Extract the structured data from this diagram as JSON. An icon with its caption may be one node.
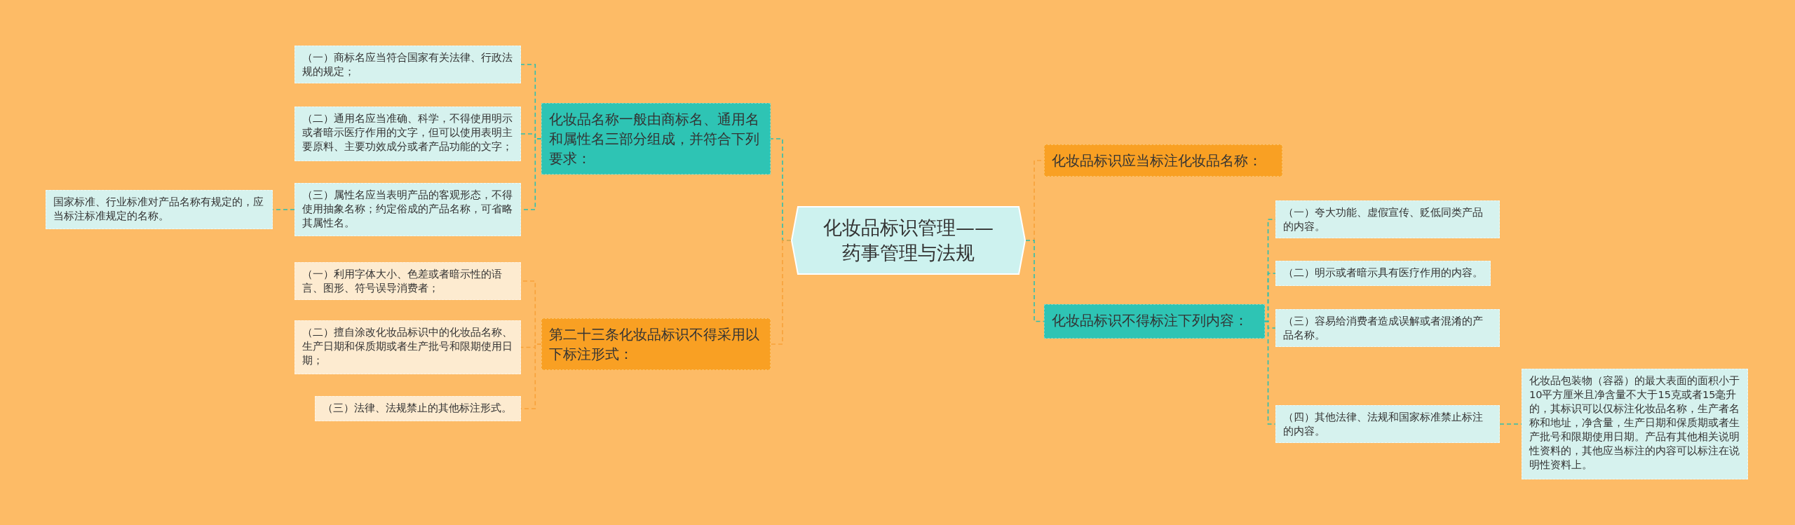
{
  "diagram": {
    "nodes": [
      {
        "text": [
          "化妆品标识管理——药事管理与法规"
        ]
      },
      {
        "text": [
          "化妆品名称一般由商标名、通用名和属性名三部分组成，并符合下列要求："
        ]
      },
      {
        "text": [
          "（一）商标名应当符合国家有关法律、行政法规的规定；"
        ]
      },
      {
        "text": [
          "（二）通用名应当准确、科学，不得使用明示或者暗示医疗作用的文字，但可以使用表明主要原料、主要功效成分或者产品功能的文字；"
        ]
      },
      {
        "text": [
          "（三）属性名应当表明产品的客观形态，不得使用抽象名称；约定俗成的产品名称，可省略其属性名。"
        ]
      },
      {
        "text": [
          "国家标准、行业标准对产品名称有规定的，应当标注标准规定的名称。"
        ]
      },
      {
        "text": [
          "第二十三条化妆品标识不得采用以下标注形式："
        ]
      },
      {
        "text": [
          "（一）利用字体大小、色差或者暗示性的语言、图形、符号误导消费者；"
        ]
      },
      {
        "text": [
          "（二）擅自涂改化妆品标识中的化妆品名称、生产日期和保质期或者生产批号和限期使用日期；"
        ]
      },
      {
        "text": [
          "（三）法律、法规禁止的其他标注形式。"
        ]
      },
      {
        "text": [
          "化妆品标识应当标注化妆品名称："
        ]
      },
      {
        "text": [
          "化妆品标识不得标注下列内容："
        ]
      },
      {
        "text": [
          "（一）夸大功能、虚假宣传、贬低同类产品的内容。"
        ]
      },
      {
        "text": [
          "（二）明示或者暗示具有医疗作用的内容。"
        ]
      },
      {
        "text": [
          "（三）容易给消费者造成误解或者混淆的产品名称。"
        ]
      },
      {
        "text": [
          "（四）其他法律、法规和国家标准禁止标注的内容。"
        ]
      },
      {
        "text": [
          "化妆品包装物（容器）的最大表面的面积小于10平方厘米且净含量不大于15克或者15毫升的，其标识可以仅标注化妆品名称，生产者名称和地址，净含量，生产日期和保质期或者生产批号和限期使用日期。产品有其他相关说明性资料的，其他应当标注的内容可以标注在说明性资料上。"
        ]
      }
    ],
    "edges": [
      {
        "from": 0,
        "to": 1,
        "arrow": "none",
        "style": "dashed"
      },
      {
        "from": 1,
        "to": 2,
        "arrow": "none",
        "style": "dashed"
      },
      {
        "from": 1,
        "to": 3,
        "arrow": "none",
        "style": "dashed"
      },
      {
        "from": 1,
        "to": 4,
        "arrow": "none",
        "style": "dashed"
      },
      {
        "from": 4,
        "to": 5,
        "arrow": "none",
        "style": "dashed"
      },
      {
        "from": 0,
        "to": 6,
        "arrow": "none",
        "style": "dashed",
        "color": "#f7a23a"
      },
      {
        "from": 6,
        "to": 7,
        "arrow": "none",
        "style": "dashed",
        "color": "#f7a23a"
      },
      {
        "from": 6,
        "to": 8,
        "arrow": "none",
        "style": "dashed",
        "color": "#f7a23a"
      },
      {
        "from": 6,
        "to": 9,
        "arrow": "none",
        "style": "dashed",
        "color": "#f7a23a"
      },
      {
        "from": 0,
        "to": 10,
        "arrow": "none",
        "style": "dashed",
        "color": "#f7a23a"
      },
      {
        "from": 0,
        "to": 11,
        "arrow": "none",
        "style": "dashed"
      },
      {
        "from": 11,
        "to": 12,
        "arrow": "none",
        "style": "dashed"
      },
      {
        "from": 11,
        "to": 13,
        "arrow": "none",
        "style": "dashed"
      },
      {
        "from": 11,
        "to": 14,
        "arrow": "none",
        "style": "dashed"
      },
      {
        "from": 11,
        "to": 15,
        "arrow": "none",
        "style": "dashed"
      },
      {
        "from": 15,
        "to": 16,
        "arrow": "none",
        "style": "dashed"
      }
    ]
  }
}
